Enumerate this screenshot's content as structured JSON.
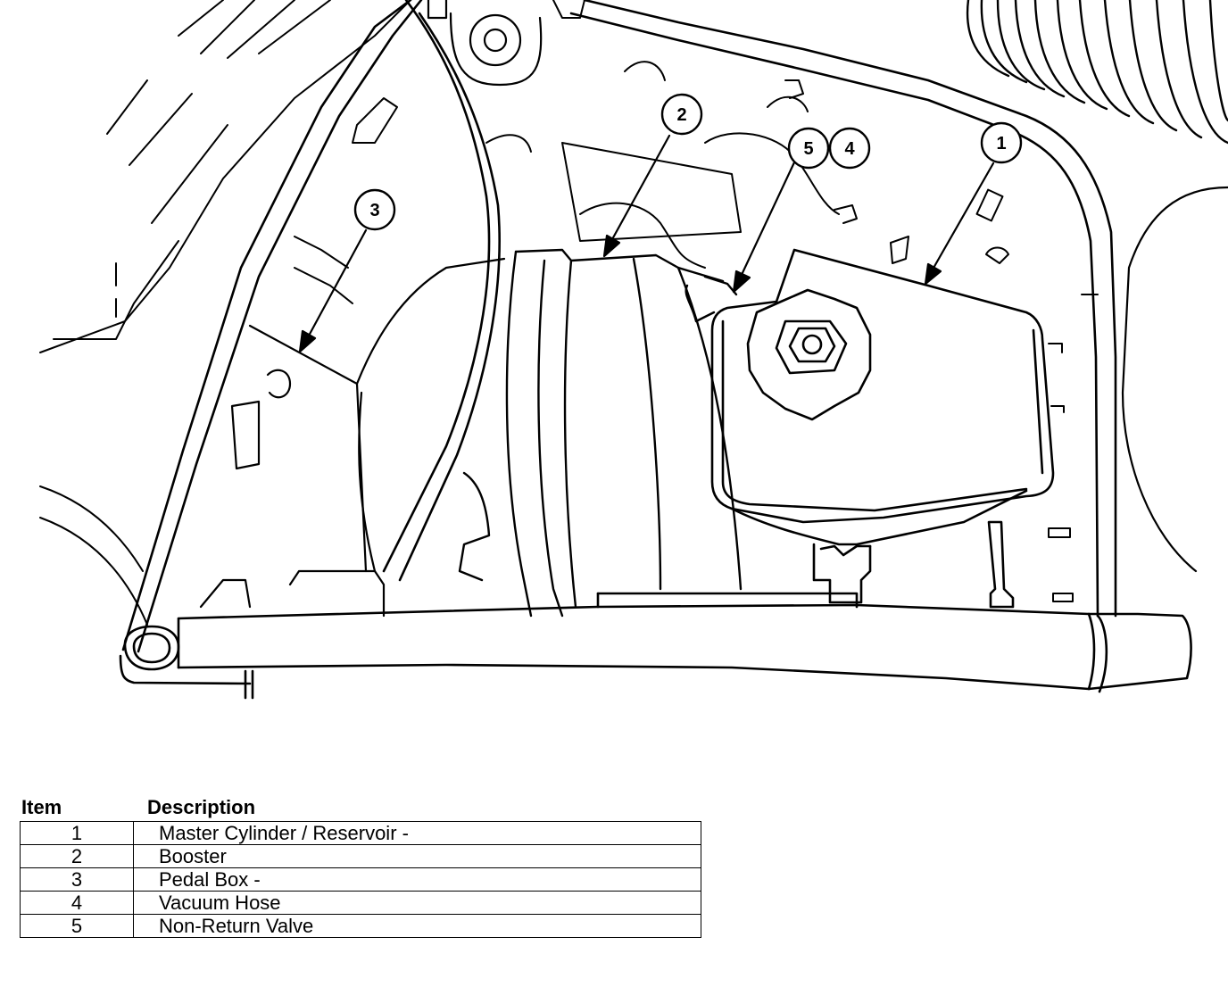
{
  "diagram": {
    "callouts": [
      {
        "id": "1",
        "label": "1"
      },
      {
        "id": "2",
        "label": "2"
      },
      {
        "id": "3",
        "label": "3"
      },
      {
        "id": "4",
        "label": "4"
      },
      {
        "id": "5",
        "label": "5"
      }
    ]
  },
  "legend": {
    "header": {
      "item": "Item",
      "description": "Description"
    },
    "rows": [
      {
        "item": "1",
        "description": "Master Cylinder / Reservoir -"
      },
      {
        "item": "2",
        "description": "Booster"
      },
      {
        "item": "3",
        "description": "Pedal Box -"
      },
      {
        "item": "4",
        "description": "Vacuum Hose"
      },
      {
        "item": "5",
        "description": "Non-Return Valve"
      }
    ]
  }
}
